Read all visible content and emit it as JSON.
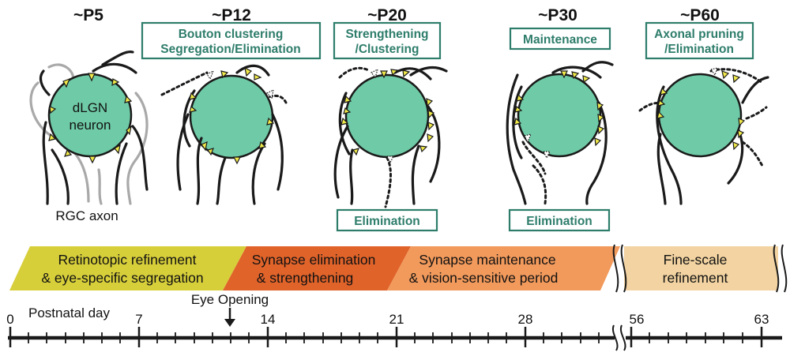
{
  "colors": {
    "neuron_fill": "#6fcba7",
    "box_border": "#2e7d6b",
    "box_text": "#2e7d6b",
    "bouton": "#f1e94a",
    "band_retinotopic": "#d7cf3a",
    "band_elimination": "#e0632a",
    "band_maintenance": "#f29a5c",
    "band_finescale": "#f2d3a1"
  },
  "stages": [
    {
      "age": "~P5",
      "top_box": [],
      "bottom_box": ""
    },
    {
      "age": "~P12",
      "top_box": [
        "Bouton clustering",
        "Segregation/Elimination"
      ],
      "bottom_box": ""
    },
    {
      "age": "~P20",
      "top_box": [
        "Strengthening",
        "/Clustering"
      ],
      "bottom_box": "Elimination"
    },
    {
      "age": "~P30",
      "top_box": [
        "Maintenance"
      ],
      "bottom_box": "Elimination"
    },
    {
      "age": "~P60",
      "top_box": [
        "Axonal pruning",
        "/Elimination"
      ],
      "bottom_box": ""
    }
  ],
  "cell_labels": {
    "neuron_line1": "dLGN",
    "neuron_line2": "neuron",
    "axon": "RGC axon"
  },
  "bands": [
    {
      "line1": "Retinotopic refinement",
      "line2": "& eye-specific segregation"
    },
    {
      "line1": "Synapse elimination",
      "line2": "& strengthening"
    },
    {
      "line1": "Synapse maintenance",
      "line2": "& vision-sensitive period"
    },
    {
      "line1": "Fine-scale",
      "line2": "refinement"
    }
  ],
  "timeline": {
    "axis_label": "Postnatal day",
    "event_label": "Eye Opening",
    "ticks": [
      "0",
      "7",
      "14",
      "21",
      "28",
      "56",
      "63"
    ]
  }
}
